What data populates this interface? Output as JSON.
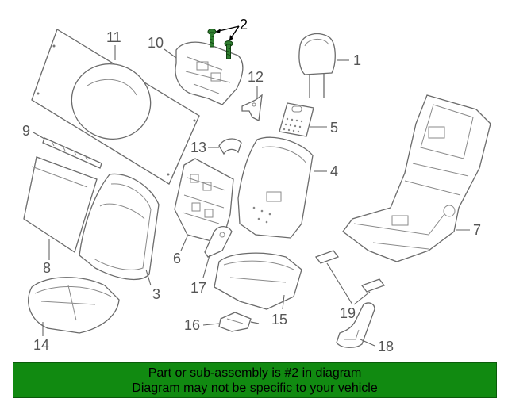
{
  "banner": {
    "line1": "Part or sub-assembly is #2 in diagram",
    "line2": "Diagram may not be specific to your vehicle",
    "background": "#118a11"
  },
  "callouts": {
    "c1": "1",
    "c2": "2",
    "c3": "3",
    "c4": "4",
    "c5": "5",
    "c6": "6",
    "c7": "7",
    "c8": "8",
    "c9": "9",
    "c10": "10",
    "c11": "11",
    "c12": "12",
    "c13": "13",
    "c14": "14",
    "c15": "15",
    "c16": "16",
    "c17": "17",
    "c18": "18",
    "c19": "19"
  },
  "colors": {
    "highlight_part": "#2f7d2f",
    "outline": "#6b6b6b"
  }
}
